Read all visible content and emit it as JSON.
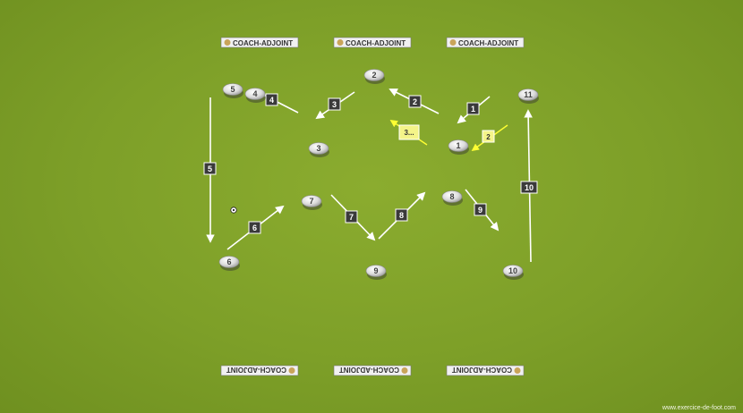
{
  "diagram": {
    "background": "#7d9f28",
    "sponsor_text": "COACH-ADJOINT",
    "watermark": "www.exercice-de-foot.com",
    "players": [
      {
        "num": "5"
      },
      {
        "num": "4"
      },
      {
        "num": "2"
      },
      {
        "num": "11"
      },
      {
        "num": "3"
      },
      {
        "num": "1"
      },
      {
        "num": "7"
      },
      {
        "num": "8"
      },
      {
        "num": "9"
      },
      {
        "num": "6"
      },
      {
        "num": "10"
      }
    ],
    "arrow_labels": [
      "4",
      "3",
      "2",
      "1",
      "3...",
      "2",
      "5",
      "6",
      "7",
      "8",
      "9",
      "10"
    ],
    "colors": {
      "pass_arrow": "#ffffff",
      "yellow_arrow": "#ffff33",
      "label_box": "#3a3a3a",
      "yellow_box": "#f4f489",
      "player_disc": "#e3e3e3"
    }
  }
}
